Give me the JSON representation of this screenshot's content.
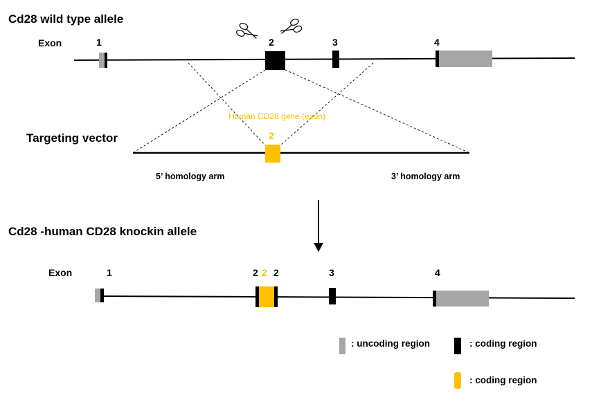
{
  "titles": {
    "wild_type": "Cd28 wild type allele",
    "targeting_vector": "Targeting vector",
    "knockin": "Cd28 -human CD28 knockin allele"
  },
  "wild_type": {
    "exon_label": "Exon",
    "exon_numbers": [
      "1",
      "2",
      "3",
      "4"
    ]
  },
  "vector": {
    "human_gene_label": "Human CD28 gene (exon)",
    "exon_number": "2",
    "arm_5": "5’ homology arm",
    "arm_3": "3’ homology arm"
  },
  "knockin": {
    "exon_label": "Exon",
    "exon_numbers": [
      "1",
      "2",
      "2",
      "2",
      "3",
      "4"
    ]
  },
  "legend": {
    "uncoding": ": uncoding region",
    "coding_black": ": coding region",
    "coding_orange": ": coding region"
  },
  "colors": {
    "coding": "#000000",
    "uncoding": "#A6A6A6",
    "human": "#FFC000"
  },
  "icons": [
    "scissors-icon",
    "scissors-icon"
  ]
}
